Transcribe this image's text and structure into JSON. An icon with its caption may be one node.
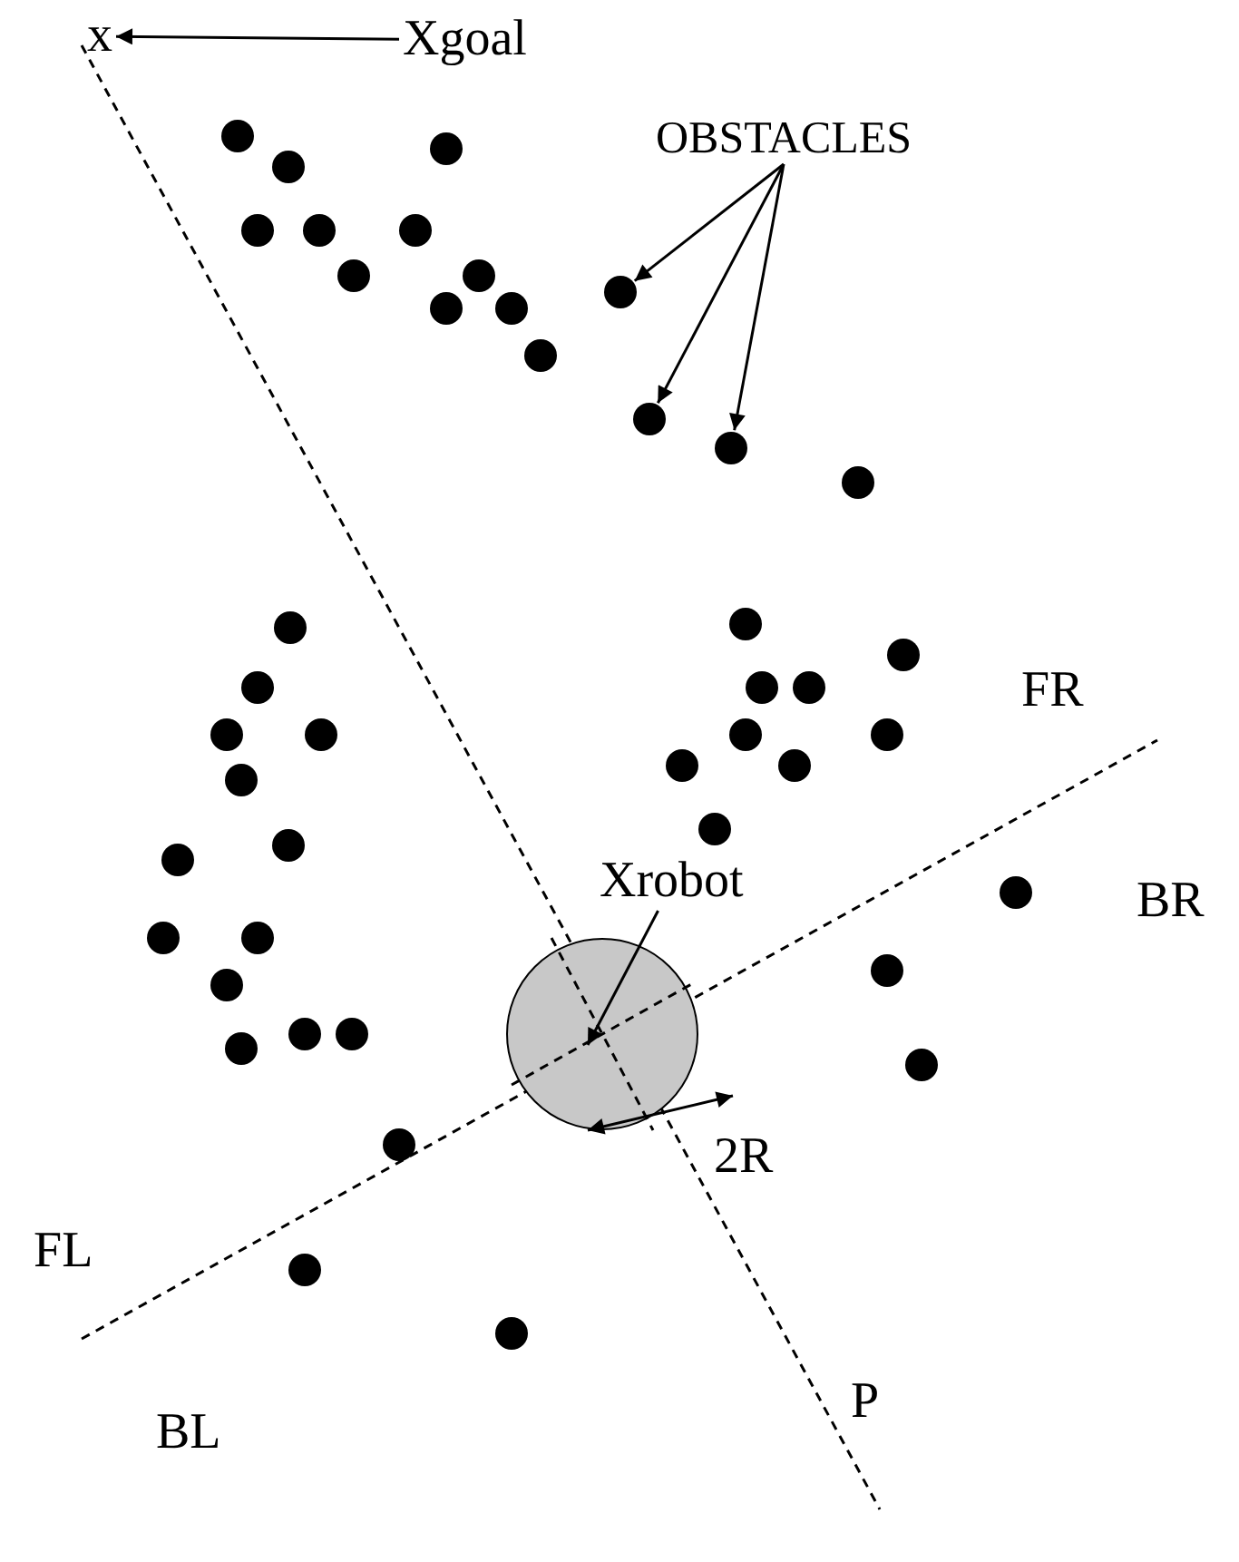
{
  "diagram": {
    "nodes": [
      {
        "text": [
          "x"
        ]
      },
      {
        "text": [
          "Xgoal"
        ]
      },
      {
        "text": [
          "OBSTACLES"
        ]
      },
      {
        "text": [],
        "shape": "circle"
      },
      {
        "text": [],
        "shape": "circle"
      },
      {
        "text": [],
        "shape": "circle"
      },
      {
        "text": [
          "Xrobot"
        ]
      },
      {
        "text": [],
        "shape": "circle"
      }
    ],
    "edges": [
      {
        "from": 1,
        "to": 0,
        "arrow": "to"
      },
      {
        "from": 2,
        "to": 3,
        "arrow": "to"
      },
      {
        "from": 2,
        "to": 4,
        "arrow": "to"
      },
      {
        "from": 2,
        "to": 5,
        "arrow": "to"
      },
      {
        "from": 6,
        "to": 7,
        "arrow": "to"
      }
    ],
    "labels": [
      "FR",
      "BR",
      "2R",
      "FL",
      "P",
      "BL"
    ]
  }
}
